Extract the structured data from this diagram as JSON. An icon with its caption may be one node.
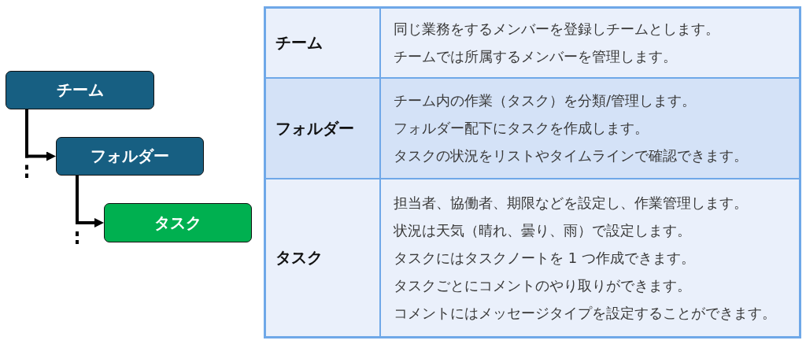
{
  "diagram": {
    "nodes": [
      {
        "text": [
          "チーム"
        ]
      },
      {
        "text": [
          "フォルダー"
        ]
      },
      {
        "text": [
          "タスク"
        ]
      }
    ],
    "edges": [
      {
        "from": 0,
        "to": 1,
        "arrow": "to"
      },
      {
        "from": 1,
        "to": 2,
        "arrow": "to"
      },
      {
        "from": 0,
        "to": null,
        "arrow": "none",
        "style": "dashed"
      },
      {
        "from": 1,
        "to": null,
        "arrow": "none",
        "style": "dashed"
      }
    ],
    "labels": [
      "チーム",
      "同じ業務をするメンバーを登録しチームとします。",
      "チームでは所属するメンバーを管理します。",
      "フォルダー",
      "チーム内の作業（タスク）を分類/管理します。",
      "フォルダー配下にタスクを作成します。",
      "タスクの状況をリストやタイムラインで確認できます。",
      "タスク",
      "担当者、協働者、期限などを設定し、作業管理します。",
      "状況は天気（晴れ、曇り、雨）で設定します。",
      "タスクにはタスクノートを 1 つ作成できます。",
      "タスクごとにコメントのやり取りができます。",
      "コメントにはメッセージタイプを設定することができます。"
    ]
  }
}
